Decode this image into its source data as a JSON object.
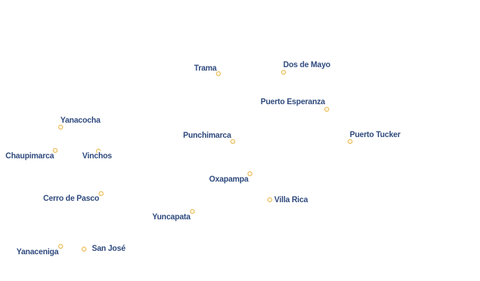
{
  "map": {
    "colors": {
      "label_text": "#2f4a7e",
      "label_halo": "#ffffff",
      "marker_fill": "#fff6dc",
      "marker_stroke": "#e8b34a",
      "background": "#ffffff"
    },
    "places": [
      {
        "name": "Trama"
      },
      {
        "name": "Dos de Mayo"
      },
      {
        "name": "Puerto Esperanza"
      },
      {
        "name": "Yanacocha"
      },
      {
        "name": "Punchimarca"
      },
      {
        "name": "Puerto Tucker"
      },
      {
        "name": "Chaupimarca"
      },
      {
        "name": "Vinchos"
      },
      {
        "name": "Oxapampa"
      },
      {
        "name": "Villa Rica"
      },
      {
        "name": "Cerro de Pasco"
      },
      {
        "name": "Yuncapata"
      },
      {
        "name": "Yanaceniga"
      },
      {
        "name": "San José"
      }
    ]
  }
}
